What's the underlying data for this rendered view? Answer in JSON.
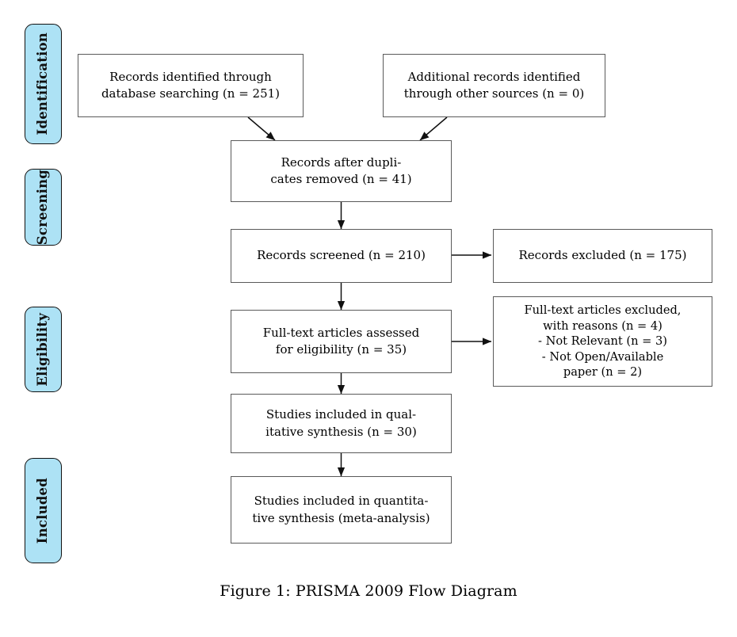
{
  "figure": {
    "caption": "Figure 1:  PRISMA 2009 Flow Diagram",
    "accent_color": "#ade2f5",
    "box_border_color": "#5a5a5a",
    "tab_border_color": "#111111",
    "background_color": "#ffffff"
  },
  "phases": [
    {
      "label": "Identification"
    },
    {
      "label": "Screening"
    },
    {
      "label": "Eligibility"
    },
    {
      "label": "Included"
    }
  ],
  "boxes": {
    "records_identified": "Records identified through\ndatabase searching (n = 251)",
    "additional_records": "Additional records identified\nthrough other sources (n = 0)",
    "duplicates_removed": "Records after dupli-\ncates removed (n = 41)",
    "records_screened": "Records screened (n = 210)",
    "records_excluded": "Records excluded (n = 175)",
    "fulltext_assessed": "Full-text articles assessed\nfor eligibility (n = 35)",
    "fulltext_excluded": "Full-text articles excluded,\nwith reasons (n = 4)\n- Not Relevant (n = 3)\n- Not Open/Available\npaper (n = 2)",
    "qualitative_synthesis": "Studies included in qual-\nitative synthesis (n = 30)",
    "quantitative_synthesis": "Studies included in quantita-\ntive synthesis (meta-analysis)"
  },
  "counts": {
    "database_searching": 251,
    "other_sources": 0,
    "after_duplicates": 41,
    "screened": 210,
    "excluded": 175,
    "fulltext_assessed": 35,
    "fulltext_excluded": 4,
    "not_relevant": 3,
    "not_open_available": 2,
    "qualitative": 30
  }
}
